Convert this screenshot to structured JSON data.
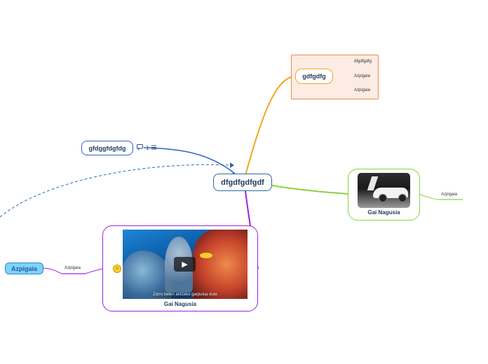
{
  "central": {
    "label": "dfgdfgdfgdf"
  },
  "topic_blue": {
    "label": "gfdggfdgfdg",
    "comment_count": "1",
    "comment_icon": "comment-icon",
    "notes_icon": "notes-icon"
  },
  "topic_orange": {
    "label": "gdfgdfg",
    "subtopics": [
      "dfgdfgdfg",
      "Azpigaia",
      "Azpigaia"
    ]
  },
  "topic_green": {
    "label": "Gai Nagusia",
    "subtopic": "Azpigaia",
    "image": "sports-car-image"
  },
  "topic_purple": {
    "label": "Gai Nagusia",
    "video_caption": "Zorro belen antzeko garpulua dute",
    "video_icon": "play-icon",
    "emoji_icon": "laughing-emoji-icon"
  },
  "topic_cyan": {
    "label": "Azpigaia",
    "subtopic": "Azpigaia"
  },
  "colors": {
    "orange": "#f5a623",
    "green": "#8ad33b",
    "purple": "#9b25d8",
    "blue": "#2f64c8",
    "cyan": "#7fd3f5"
  }
}
